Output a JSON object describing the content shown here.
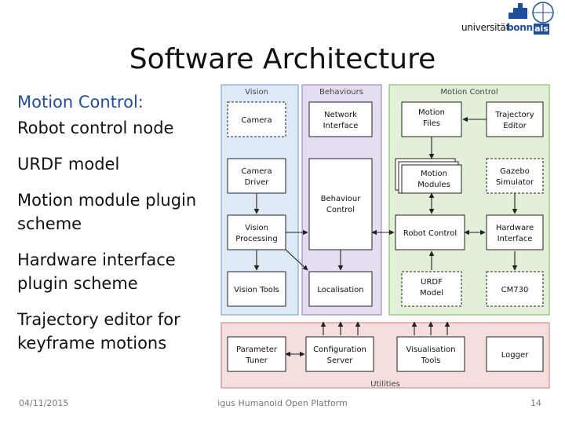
{
  "logo": {
    "uni": "universität",
    "bonn": "bonn",
    "ais": "ais"
  },
  "slide": {
    "title": "Software Architecture"
  },
  "left": {
    "heading": "Motion Control:",
    "items": [
      "Robot control node",
      "URDF model",
      "Motion module plugin scheme",
      "Hardware interface plugin scheme",
      "Trajectory editor for keyframe motions"
    ]
  },
  "diagram": {
    "groups": {
      "vision": "Vision",
      "behaviours": "Behaviours",
      "motion": "Motion Control",
      "utilities": "Utilities"
    },
    "boxes": {
      "camera": "Camera",
      "camera_driver": [
        "Camera",
        "Driver"
      ],
      "vision_processing": [
        "Vision",
        "Processing"
      ],
      "vision_tools": "Vision Tools",
      "network_interface": [
        "Network",
        "Interface"
      ],
      "behaviour_control": [
        "Behaviour",
        "Control"
      ],
      "localisation": "Localisation",
      "motion_files": [
        "Motion",
        "Files"
      ],
      "motion_modules": [
        "Motion",
        "Modules"
      ],
      "robot_control": "Robot Control",
      "urdf_model": [
        "URDF",
        "Model"
      ],
      "trajectory_editor": [
        "Trajectory",
        "Editor"
      ],
      "gazebo_simulator": [
        "Gazebo",
        "Simulator"
      ],
      "hardware_interface": [
        "Hardware",
        "Interface"
      ],
      "cm730": "CM730",
      "parameter_tuner": [
        "Parameter",
        "Tuner"
      ],
      "configuration_server": [
        "Configuration",
        "Server"
      ],
      "visualisation_tools": [
        "Visualisation",
        "Tools"
      ],
      "logger": "Logger"
    }
  },
  "footer": {
    "date": "04/11/2015",
    "center": "igus Humanoid Open Platform",
    "page": "14"
  }
}
